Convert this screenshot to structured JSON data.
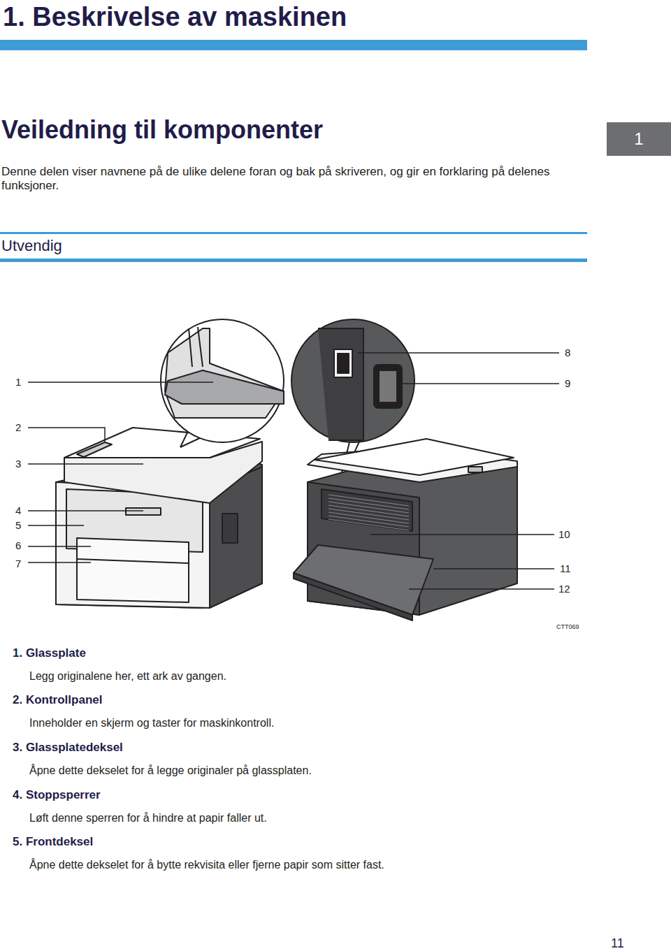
{
  "diagram": {
    "title": "1. Beskrivelse av maskinen",
    "nodes": [
      {
        "text": [
          "1"
        ]
      }
    ],
    "labels": [
      "Veiledning til komponenter",
      "Denne delen viser navnene på de ulike delene foran og bak på skriveren, og gir en forklaring på delenes funksjoner.",
      "Utvendig",
      "1",
      "2",
      "3",
      "4",
      "5",
      "6",
      "7",
      "8",
      "9",
      "10",
      "11",
      "12",
      "CTT069",
      "1. Glassplate",
      "Legg originalene her, ett ark av gangen.",
      "2. Kontrollpanel",
      "Inneholder en skjerm og taster for maskinkontroll.",
      "3. Glassplatedeksel",
      "Åpne dette dekselet for å legge originaler på glassplaten.",
      "4. Stoppsperrer",
      "Løft denne sperren for å hindre at papir faller ut.",
      "5. Frontdeksel",
      "Åpne dette dekselet for å bytte rekvisita eller fjerne papir som sitter fast.",
      "11"
    ]
  }
}
